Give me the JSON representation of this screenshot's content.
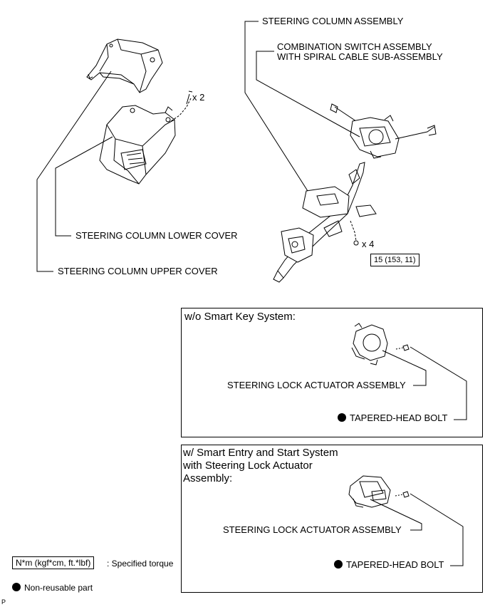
{
  "labels": {
    "steering_column_assembly": "STEERING COLUMN ASSEMBLY",
    "combination_switch_line1": "COMBINATION SWITCH ASSEMBLY",
    "combination_switch_line2": "WITH SPIRAL CABLE SUB-ASSEMBLY",
    "lower_cover": "STEERING COLUMN LOWER COVER",
    "upper_cover": "STEERING COLUMN UPPER COVER",
    "qty_x2": "x 2",
    "qty_x4": "x 4",
    "torque_value": "15 (153, 11)"
  },
  "box1": {
    "title": "w/o Smart Key System:",
    "actuator_label": "STEERING LOCK ACTUATOR ASSEMBLY",
    "bolt_label": "TAPERED-HEAD BOLT"
  },
  "box2": {
    "title_line1": "w/ Smart Entry and Start System",
    "title_line2": "with Steering Lock Actuator",
    "title_line3": "Assembly:",
    "actuator_label": "STEERING LOCK ACTUATOR ASSEMBLY",
    "bolt_label": "TAPERED-HEAD BOLT"
  },
  "legend": {
    "torque_box": "N*m (kgf*cm, ft.*lbf)",
    "torque_desc": ": Specified torque",
    "nonreusable_desc": "Non-reusable part"
  },
  "corner_mark": "P"
}
